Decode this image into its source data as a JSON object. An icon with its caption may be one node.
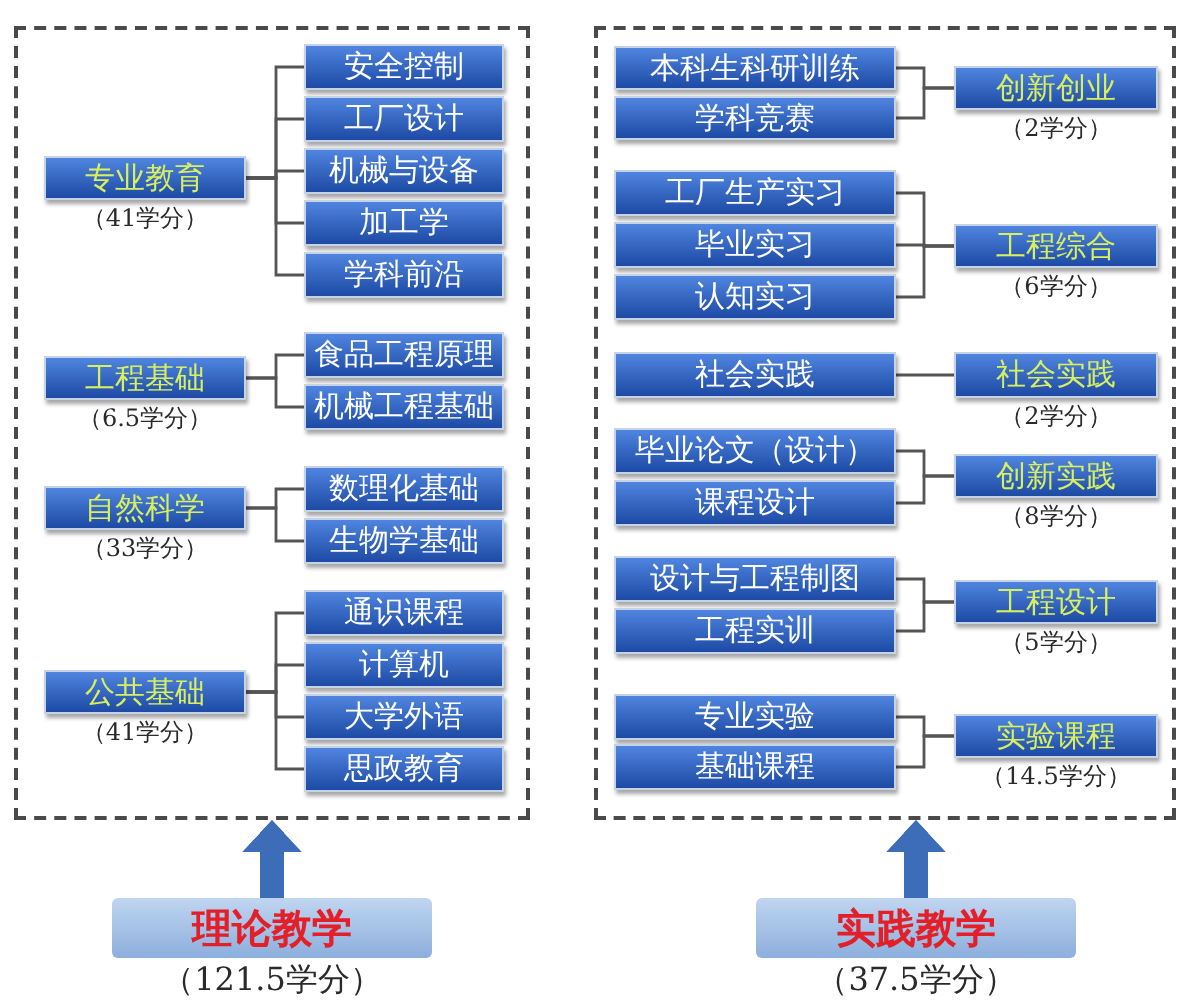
{
  "diagram": {
    "nodes": [
      {
        "text": [],
        "shape": "box"
      },
      {
        "text": [
          "专业教育"
        ],
        "in": 0,
        "beside": [
          "（41学分）"
        ]
      },
      {
        "text": [
          "安全控制"
        ],
        "in": 0
      },
      {
        "text": [
          "工厂设计"
        ],
        "in": 0
      },
      {
        "text": [
          "机械与设备"
        ],
        "in": 0
      },
      {
        "text": [
          "加工学"
        ],
        "in": 0
      },
      {
        "text": [
          "学科前沿"
        ],
        "in": 0
      },
      {
        "text": [
          "工程基础"
        ],
        "in": 0,
        "beside": [
          "（6.5学分）"
        ]
      },
      {
        "text": [
          "食品工程原理"
        ],
        "in": 0
      },
      {
        "text": [
          "机械工程基础"
        ],
        "in": 0
      },
      {
        "text": [
          "自然科学"
        ],
        "in": 0,
        "beside": [
          "（33学分）"
        ]
      },
      {
        "text": [
          "数理化基础"
        ],
        "in": 0
      },
      {
        "text": [
          "生物学基础"
        ],
        "in": 0
      },
      {
        "text": [
          "公共基础"
        ],
        "in": 0,
        "beside": [
          "（41学分）"
        ]
      },
      {
        "text": [
          "通识课程"
        ],
        "in": 0
      },
      {
        "text": [
          "计算机"
        ],
        "in": 0
      },
      {
        "text": [
          "大学外语"
        ],
        "in": 0
      },
      {
        "text": [
          "思政教育"
        ],
        "in": 0
      },
      {
        "text": [
          "理论教学"
        ],
        "beside": [
          "（121.5学分）"
        ]
      },
      {
        "text": [],
        "shape": "box"
      },
      {
        "text": [
          "本科生科研训练"
        ],
        "in": 19
      },
      {
        "text": [
          "学科竞赛"
        ],
        "in": 19
      },
      {
        "text": [
          "创新创业"
        ],
        "in": 19,
        "beside": [
          "（2学分）"
        ]
      },
      {
        "text": [
          "工厂生产实习"
        ],
        "in": 19
      },
      {
        "text": [
          "毕业实习"
        ],
        "in": 19
      },
      {
        "text": [
          "认知实习"
        ],
        "in": 19
      },
      {
        "text": [
          "工程综合"
        ],
        "in": 19,
        "beside": [
          "（6学分）"
        ]
      },
      {
        "text": [
          "社会实践"
        ],
        "in": 19
      },
      {
        "text": [
          "社会实践"
        ],
        "in": 19,
        "beside": [
          "（2学分）"
        ]
      },
      {
        "text": [
          "毕业论文（设计）"
        ],
        "in": 19
      },
      {
        "text": [
          "课程设计"
        ],
        "in": 19
      },
      {
        "text": [
          "创新实践"
        ],
        "in": 19,
        "beside": [
          "（8学分）"
        ]
      },
      {
        "text": [
          "设计与工程制图"
        ],
        "in": 19
      },
      {
        "text": [
          "工程实训"
        ],
        "in": 19
      },
      {
        "text": [
          "工程设计"
        ],
        "in": 19,
        "beside": [
          "（5学分）"
        ]
      },
      {
        "text": [
          "专业实验"
        ],
        "in": 19
      },
      {
        "text": [
          "基础课程"
        ],
        "in": 19
      },
      {
        "text": [
          "实验课程"
        ],
        "in": 19,
        "beside": [
          "（14.5学分）"
        ]
      },
      {
        "text": [
          "实践教学"
        ],
        "beside": [
          "（37.5学分）"
        ]
      }
    ],
    "edges": [
      {
        "from": 1,
        "to": 2,
        "arrow": "none"
      },
      {
        "from": 1,
        "to": 3,
        "arrow": "none"
      },
      {
        "from": 1,
        "to": 4,
        "arrow": "none"
      },
      {
        "from": 1,
        "to": 5,
        "arrow": "none"
      },
      {
        "from": 1,
        "to": 6,
        "arrow": "none"
      },
      {
        "from": 7,
        "to": 8,
        "arrow": "none"
      },
      {
        "from": 7,
        "to": 9,
        "arrow": "none"
      },
      {
        "from": 10,
        "to": 11,
        "arrow": "none"
      },
      {
        "from": 10,
        "to": 12,
        "arrow": "none"
      },
      {
        "from": 13,
        "to": 14,
        "arrow": "none"
      },
      {
        "from": 13,
        "to": 15,
        "arrow": "none"
      },
      {
        "from": 13,
        "to": 16,
        "arrow": "none"
      },
      {
        "from": 13,
        "to": 17,
        "arrow": "none"
      },
      {
        "from": 18,
        "to": 0,
        "arrow": "to",
        "style": "thick",
        "color": "#3d6cb8"
      },
      {
        "from": 20,
        "to": 22,
        "arrow": "none"
      },
      {
        "from": 21,
        "to": 22,
        "arrow": "none"
      },
      {
        "from": 23,
        "to": 26,
        "arrow": "none"
      },
      {
        "from": 24,
        "to": 26,
        "arrow": "none"
      },
      {
        "from": 25,
        "to": 26,
        "arrow": "none"
      },
      {
        "from": 27,
        "to": 28,
        "arrow": "none"
      },
      {
        "from": 29,
        "to": 31,
        "arrow": "none"
      },
      {
        "from": 30,
        "to": 31,
        "arrow": "none"
      },
      {
        "from": 32,
        "to": 34,
        "arrow": "none"
      },
      {
        "from": 33,
        "to": 34,
        "arrow": "none"
      },
      {
        "from": 35,
        "to": 37,
        "arrow": "none"
      },
      {
        "from": 36,
        "to": 37,
        "arrow": "none"
      },
      {
        "from": 38,
        "to": 19,
        "arrow": "to",
        "style": "thick",
        "color": "#3d6cb8"
      }
    ]
  }
}
